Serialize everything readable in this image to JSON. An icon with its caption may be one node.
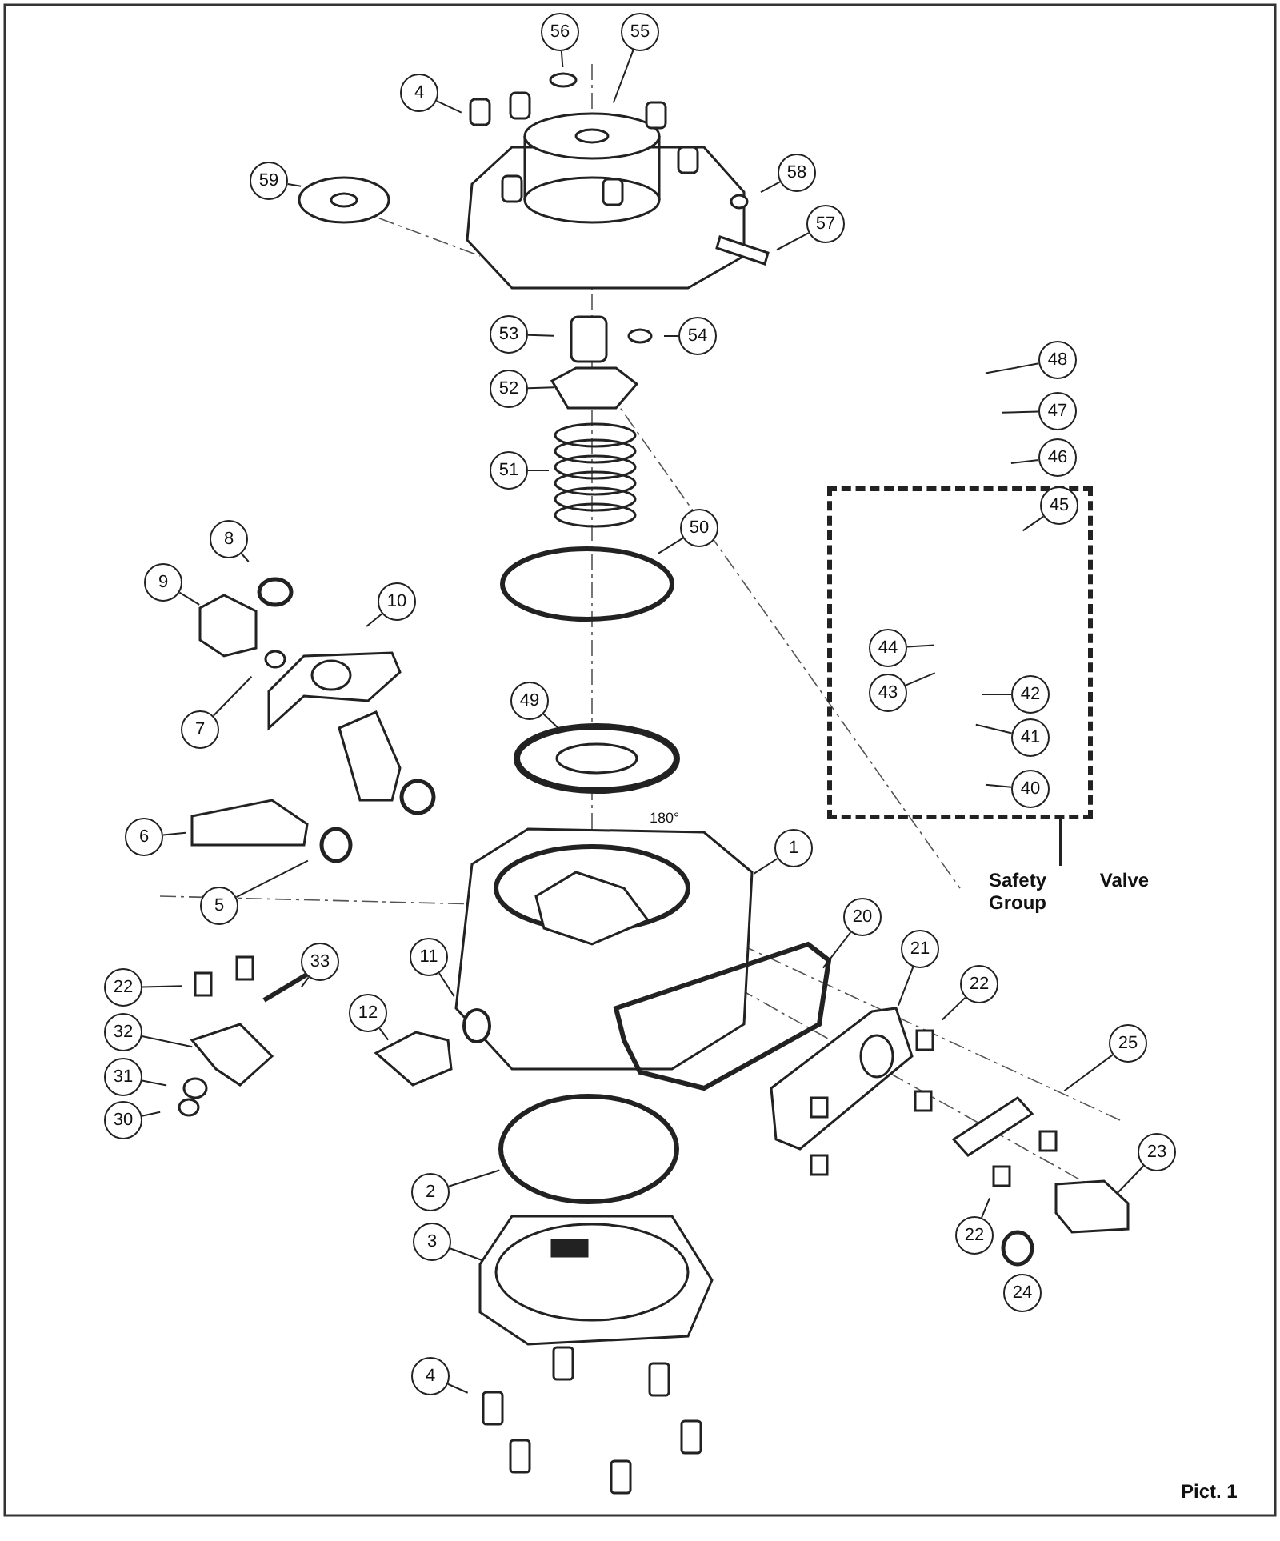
{
  "diagram": {
    "nodes": [
      {
        "text": [
          "4"
        ]
      },
      {
        "text": [
          "56"
        ]
      },
      {
        "text": [
          "55"
        ]
      },
      {
        "text": [
          "59"
        ]
      },
      {
        "text": [
          "58"
        ]
      },
      {
        "text": [
          "57"
        ]
      },
      {
        "text": [
          "53"
        ]
      },
      {
        "text": [
          "54"
        ]
      },
      {
        "text": [
          "52"
        ]
      },
      {
        "text": [
          "48"
        ]
      },
      {
        "text": [
          "47"
        ]
      },
      {
        "text": [
          "46"
        ]
      },
      {
        "text": [
          "51"
        ]
      },
      {
        "text": [
          "50"
        ]
      },
      {
        "text": [
          "8"
        ]
      },
      {
        "text": [
          "9"
        ]
      },
      {
        "text": [
          "10"
        ]
      },
      {
        "text": [
          "7"
        ]
      },
      {
        "text": [],
        "shape": "box"
      },
      {
        "text": [
          "45"
        ],
        "in": 18
      },
      {
        "text": [
          "44"
        ],
        "in": 18
      },
      {
        "text": [
          "43"
        ],
        "in": 18
      },
      {
        "text": [
          "42"
        ],
        "in": 18
      },
      {
        "text": [
          "41"
        ],
        "in": 18
      },
      {
        "text": [
          "40"
        ],
        "in": 18
      },
      {
        "text": [
          "49"
        ]
      },
      {
        "text": [
          "6"
        ]
      },
      {
        "text": [
          "5"
        ]
      },
      {
        "text": [
          "1"
        ]
      },
      {
        "text": [
          "Safety Valve Group"
        ]
      },
      {
        "text": [
          "22"
        ]
      },
      {
        "text": [
          "33"
        ]
      },
      {
        "text": [
          "32"
        ]
      },
      {
        "text": [
          "31"
        ]
      },
      {
        "text": [
          "30"
        ]
      },
      {
        "text": [
          "11"
        ]
      },
      {
        "text": [
          "12"
        ]
      },
      {
        "text": [
          "20"
        ]
      },
      {
        "text": [
          "21"
        ]
      },
      {
        "text": [
          "22"
        ]
      },
      {
        "text": [
          "25"
        ]
      },
      {
        "text": [
          "23"
        ]
      },
      {
        "text": [
          "22"
        ]
      },
      {
        "text": [
          "24"
        ]
      },
      {
        "text": [
          "2"
        ]
      },
      {
        "text": [
          "3"
        ]
      },
      {
        "text": [
          "4"
        ]
      }
    ],
    "edges": [
      {
        "from": 0,
        "to": null,
        "arrow": "none"
      },
      {
        "from": 1,
        "to": null,
        "arrow": "none"
      },
      {
        "from": 2,
        "to": null,
        "arrow": "none"
      },
      {
        "from": 3,
        "to": null,
        "arrow": "none"
      },
      {
        "from": 4,
        "to": null,
        "arrow": "none"
      },
      {
        "from": 5,
        "to": null,
        "arrow": "none"
      },
      {
        "from": 6,
        "to": null,
        "arrow": "none"
      },
      {
        "from": 7,
        "to": null,
        "arrow": "none"
      },
      {
        "from": 8,
        "to": null,
        "arrow": "none"
      },
      {
        "from": 9,
        "to": null,
        "arrow": "none"
      },
      {
        "from": 10,
        "to": null,
        "arrow": "none"
      },
      {
        "from": 11,
        "to": null,
        "arrow": "none"
      },
      {
        "from": 12,
        "to": null,
        "arrow": "none"
      },
      {
        "from": 13,
        "to": null,
        "arrow": "none"
      },
      {
        "from": 14,
        "to": null,
        "arrow": "none"
      },
      {
        "from": 15,
        "to": null,
        "arrow": "none"
      },
      {
        "from": 16,
        "to": null,
        "arrow": "none"
      },
      {
        "from": 17,
        "to": null,
        "arrow": "none"
      },
      {
        "from": 19,
        "to": null,
        "arrow": "none"
      },
      {
        "from": 20,
        "to": null,
        "arrow": "none"
      },
      {
        "from": 21,
        "to": null,
        "arrow": "none"
      },
      {
        "from": 22,
        "to": null,
        "arrow": "none"
      },
      {
        "from": 23,
        "to": null,
        "arrow": "none"
      },
      {
        "from": 24,
        "to": null,
        "arrow": "none"
      },
      {
        "from": 25,
        "to": null,
        "arrow": "none"
      },
      {
        "from": 26,
        "to": null,
        "arrow": "none"
      },
      {
        "from": 27,
        "to": null,
        "arrow": "none"
      },
      {
        "from": 28,
        "to": null,
        "arrow": "none"
      },
      {
        "from": 29,
        "to": 18,
        "arrow": "none"
      },
      {
        "from": 30,
        "to": null,
        "arrow": "none"
      },
      {
        "from": 31,
        "to": null,
        "arrow": "none"
      },
      {
        "from": 32,
        "to": null,
        "arrow": "none"
      },
      {
        "from": 33,
        "to": null,
        "arrow": "none"
      },
      {
        "from": 34,
        "to": null,
        "arrow": "none"
      },
      {
        "from": 35,
        "to": null,
        "arrow": "none"
      },
      {
        "from": 36,
        "to": null,
        "arrow": "none"
      },
      {
        "from": 37,
        "to": null,
        "arrow": "none"
      },
      {
        "from": 38,
        "to": null,
        "arrow": "none"
      },
      {
        "from": 39,
        "to": null,
        "arrow": "none"
      },
      {
        "from": 40,
        "to": null,
        "arrow": "none"
      },
      {
        "from": 41,
        "to": null,
        "arrow": "none"
      },
      {
        "from": 42,
        "to": null,
        "arrow": "none"
      },
      {
        "from": 43,
        "to": null,
        "arrow": "none"
      },
      {
        "from": 44,
        "to": null,
        "arrow": "none"
      },
      {
        "from": 45,
        "to": null,
        "arrow": "none"
      },
      {
        "from": 46,
        "to": null,
        "arrow": "none"
      }
    ],
    "labels": [
      "180°",
      "Pict. 1"
    ]
  }
}
